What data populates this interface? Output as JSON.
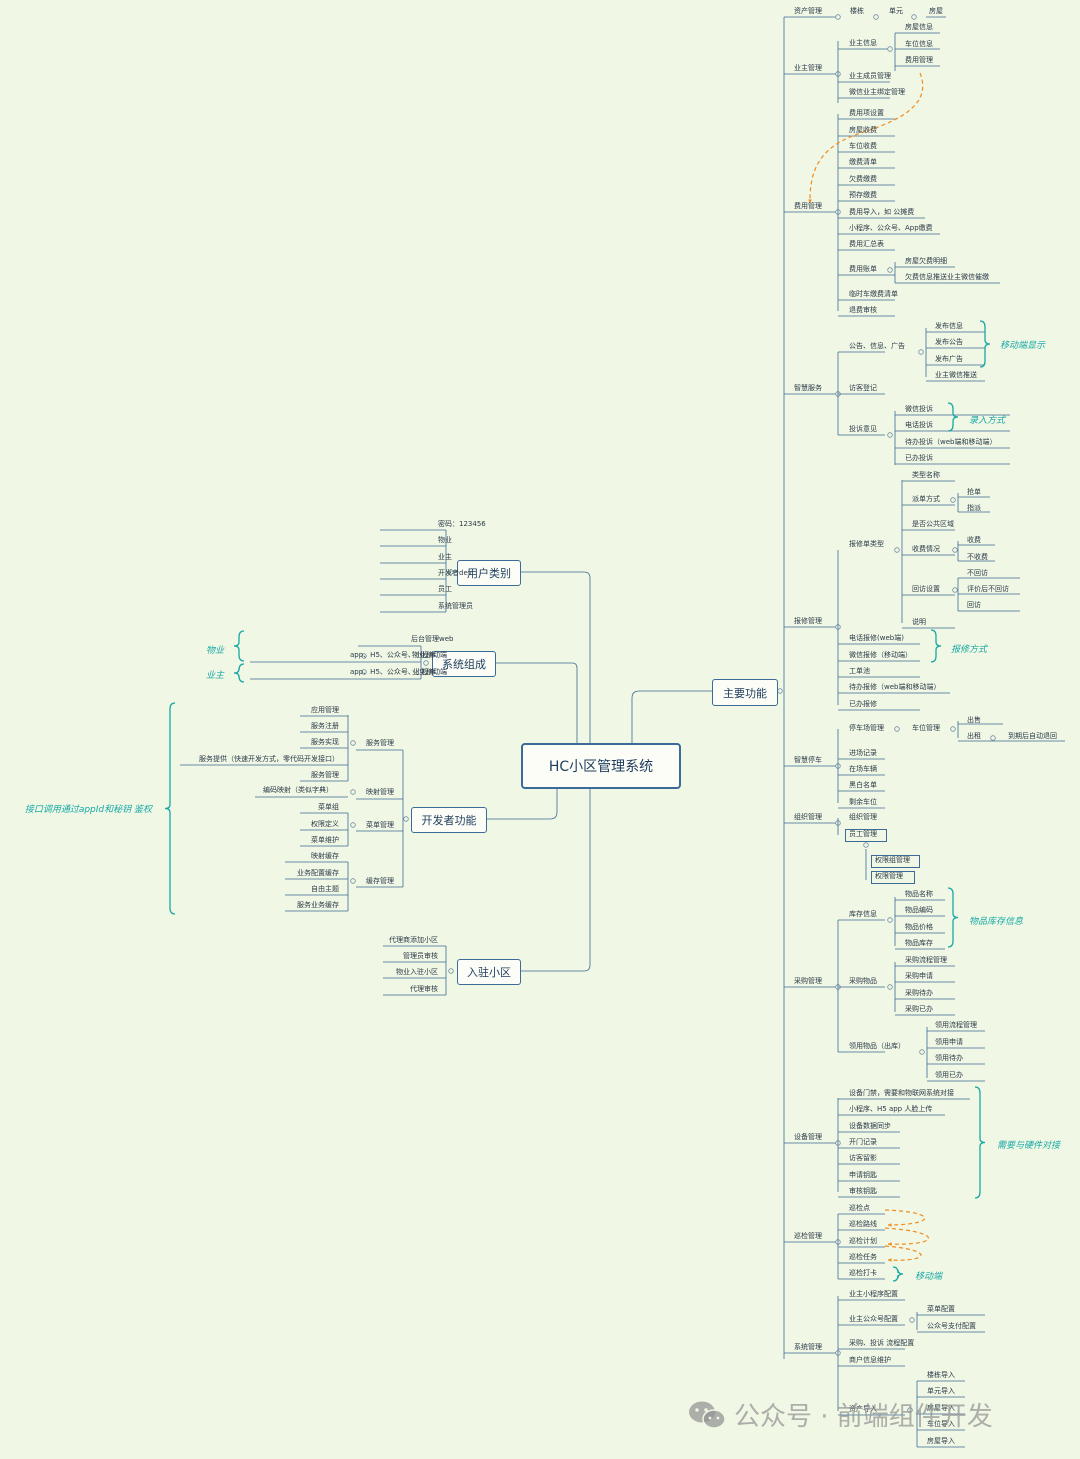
{
  "root": {
    "label": "HC小区管理系统"
  },
  "left": {
    "user_types": {
      "label": "用户类别",
      "items": [
        "密码：123456",
        "物业",
        "业主",
        "开发者dev",
        "员工",
        "系统管理员"
      ]
    },
    "system": {
      "label": "系统组成",
      "items": [
        "后台管理web",
        "app、H5、公众号、小程序",
        "物业移动端",
        "app、H5、公众号、小程序",
        "业主移动端"
      ],
      "notes": [
        "物业",
        "业主"
      ]
    },
    "developer": {
      "label": "开发者功能",
      "service_mgmt": {
        "label": "服务管理",
        "items": [
          "应用管理",
          "服务注册",
          "服务实现",
          "服务提供（快速开发方式，零代码开发接口）",
          "服务管理"
        ]
      },
      "mapping_mgmt": {
        "label": "映射管理",
        "items": [
          "编码映射（类似字典）"
        ]
      },
      "menu_mgmt": {
        "label": "菜单管理",
        "items": [
          "菜单组",
          "权限定义",
          "菜单维护"
        ]
      },
      "cache_mgmt": {
        "label": "缓存管理",
        "items": [
          "映射缓存",
          "业务配置缓存",
          "自由主题",
          "服务业务缓存"
        ]
      },
      "note": "接口调用通过appId和秘钥 鉴权"
    },
    "enter": {
      "label": "入驻小区",
      "items": [
        "代理商添加小区",
        "管理员审核",
        "物业入驻小区",
        "代理审核"
      ]
    }
  },
  "main": {
    "label": "主要功能",
    "asset": {
      "label": "资产管理",
      "items": [
        "楼栋",
        "单元",
        "房屋"
      ]
    },
    "owner": {
      "label": "业主管理",
      "info": "业主信息",
      "info_items": [
        "房屋信息",
        "车位信息",
        "费用管理"
      ],
      "items": [
        "业主成员管理",
        "微信业主绑定管理"
      ]
    },
    "fee": {
      "label": "费用管理",
      "items": [
        "费用项设置",
        "房屋收费",
        "车位收费",
        "缴费清单",
        "欠费缴费",
        "预存缴费",
        "费用导入，如 公摊费",
        "小程序、公众号、App缴费",
        "费用汇总表",
        "费用账单",
        "临时车缴费清单",
        "退费审核"
      ],
      "bill_items": [
        "房屋欠费明细",
        "欠费信息推送业主微信催缴"
      ]
    },
    "smart": {
      "label": "智慧服务",
      "notice": "公告、信息、广告",
      "notice_items": [
        "发布信息",
        "发布公告",
        "发布广告",
        "业主微信推送"
      ],
      "notice_note": "移动端显示",
      "visitor": "访客登记",
      "complaint": "投诉意见",
      "complaint_items": [
        "微信投诉",
        "电话投诉",
        "待办投诉（web端和移动端）",
        "已办投诉"
      ],
      "complaint_note": "录入方式"
    },
    "repair": {
      "label": "报修管理",
      "type": "报修单类型",
      "type_items": [
        "类型名称",
        "派单方式",
        "是否公共区域",
        "收费情况",
        "回访设置",
        "说明"
      ],
      "dispatch": [
        "抢单",
        "指派"
      ],
      "charge": [
        "收费",
        "不收费"
      ],
      "visit": [
        "不回访",
        "评价后不回访",
        "回访"
      ],
      "items": [
        "电话报修(web端)",
        "微信报修（移动端）",
        "工单池",
        "待办报修（web端和移动端）",
        "已办报修"
      ],
      "note": "报修方式"
    },
    "parking": {
      "label": "智慧停车",
      "lot": "停车场管理",
      "space": "车位管理",
      "space_items": [
        "出售",
        "出租"
      ],
      "rent_note": "到期后自动退回",
      "items": [
        "进场记录",
        "在场车辆",
        "黑白名单",
        "剩余车位"
      ]
    },
    "org": {
      "label": "组织管理",
      "items": [
        "组织管理",
        "员工管理"
      ],
      "sub": [
        "权限组管理",
        "权限管理"
      ]
    },
    "purchase": {
      "label": "采购管理",
      "stock": "库存信息",
      "stock_items": [
        "物品名称",
        "物品编码",
        "物品价格",
        "物品库存"
      ],
      "stock_note": "物品库存信息",
      "buy": "采购物品",
      "buy_items": [
        "采购流程管理",
        "采购申请",
        "采购待办",
        "采购已办"
      ],
      "use": "领用物品（出库）",
      "use_items": [
        "领用流程管理",
        "领用申请",
        "领用待办",
        "领用已办"
      ]
    },
    "device": {
      "label": "设备管理",
      "items": [
        "设备门禁，需要和物联网系统对接",
        "小程序、H5 app 人脸上传",
        "设备数据同步",
        "开门记录",
        "访客留影",
        "申请钥匙",
        "审核钥匙"
      ],
      "note": "需要与硬件对接"
    },
    "patrol": {
      "label": "巡检管理",
      "items": [
        "巡检点",
        "巡检路线",
        "巡检计划",
        "巡检任务",
        "巡检打卡"
      ],
      "note": "移动端"
    },
    "sys": {
      "label": "系统管理",
      "items": [
        "业主小程序配置",
        "业主公众号配置",
        "采购、投诉 流程配置",
        "商户信息维护",
        "资产导入"
      ],
      "wechat_items": [
        "菜单配置",
        "公众号支付配置"
      ],
      "import_items": [
        "楼栋导入",
        "单元导入",
        "房屋导入",
        "车位导入",
        "房屋导入"
      ]
    }
  },
  "watermark": {
    "text": "公众号 · 前端组件开发"
  },
  "colors": {
    "background": "#f0f7e4",
    "line": "#3b6b96",
    "note": "#19a9a6",
    "arrow": "#f08c1e"
  }
}
